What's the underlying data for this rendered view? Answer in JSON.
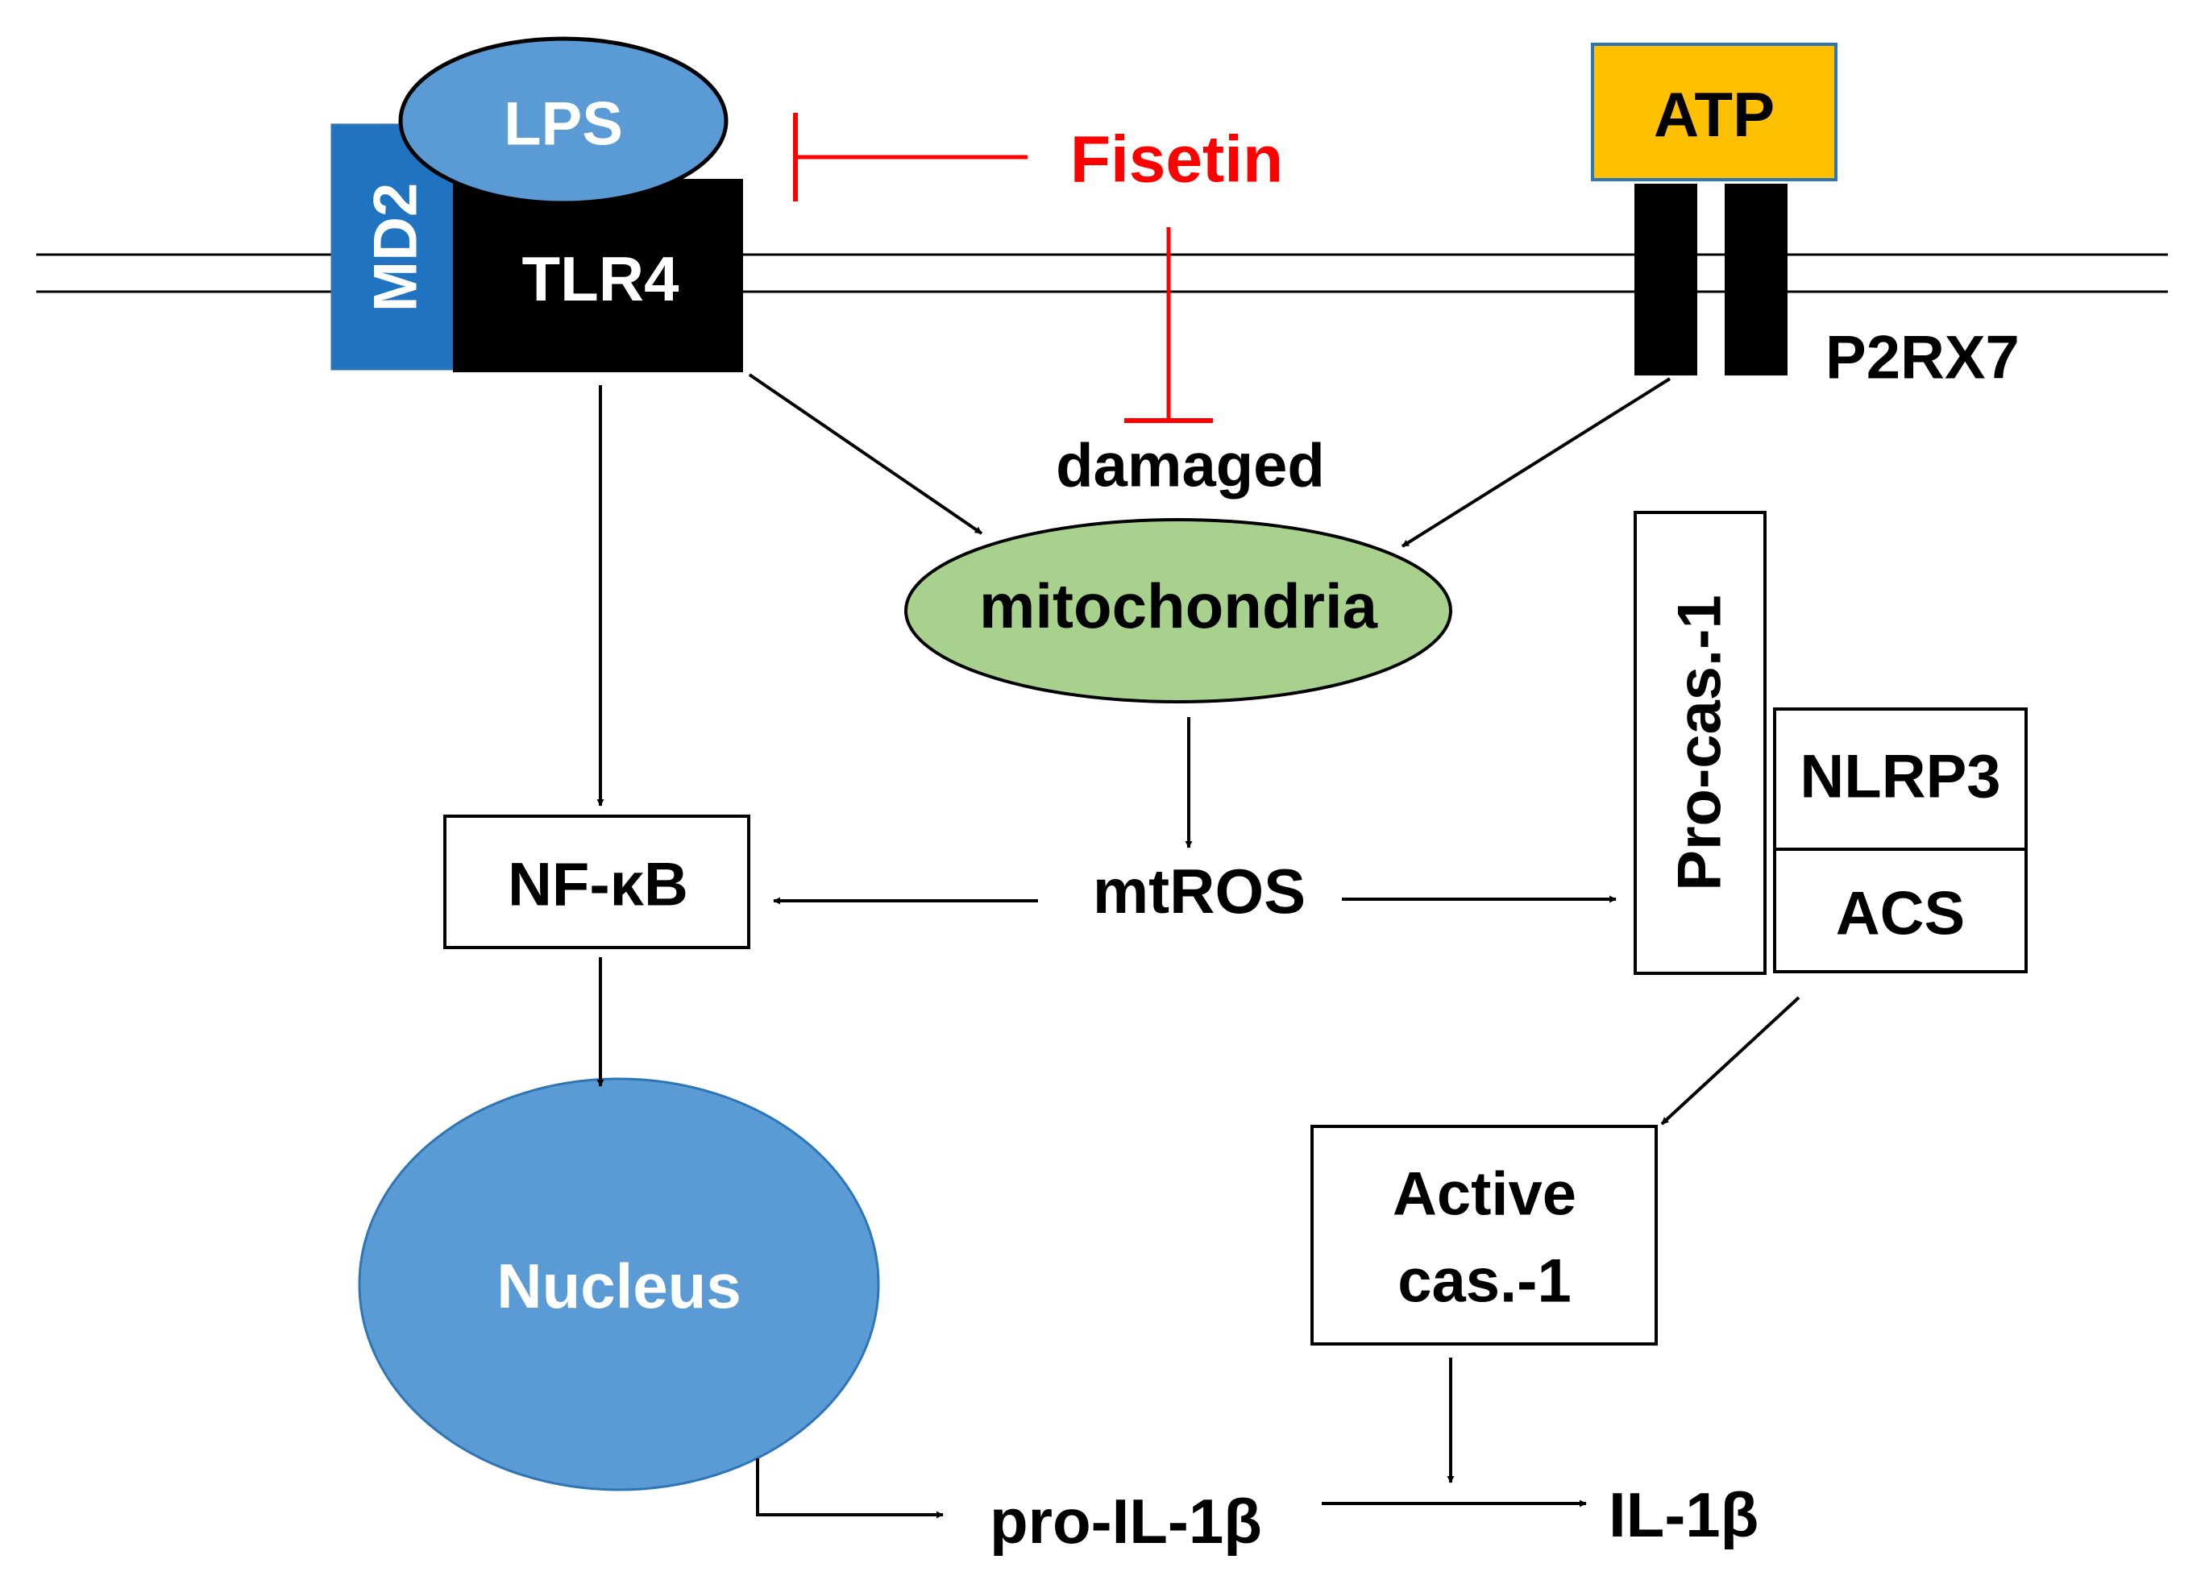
{
  "colors": {
    "black": "#000000",
    "inhibition_red": "#ff0000",
    "lps_blue": "#5b9bd5",
    "md2_blue": "#1f73c0",
    "atp_orange": "#ffc000",
    "mitochondria_green": "#a9d18e",
    "nucleus_blue": "#5b9bd5",
    "white": "#ffffff"
  },
  "labels": {
    "lps": "LPS",
    "md2": "MD2",
    "tlr4": "TLR4",
    "fisetin": "Fisetin",
    "atp": "ATP",
    "p2rx7": "P2RX7",
    "damaged": "damaged",
    "mitochondria": "mitochondria",
    "pro_caspase": "Pro-cas.-1",
    "nlrp3": "NLRP3",
    "acs": "ACS",
    "nfkb": "NF-κB",
    "mtros": "mtROS",
    "nucleus": "Nucleus",
    "active_caspase_line1": "Active",
    "active_caspase_line2": "cas.-1",
    "pro_il1b": "pro-IL-1β",
    "il1b": "IL-1β"
  }
}
